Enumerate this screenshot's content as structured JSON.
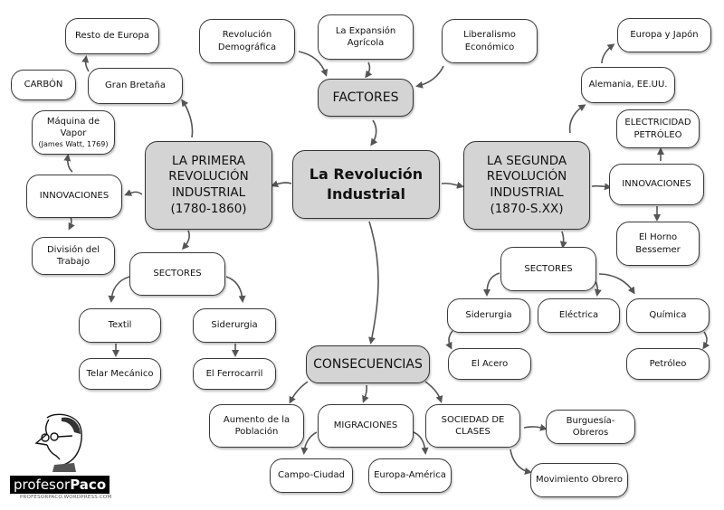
{
  "title": "La Revolución Industrial",
  "colors": {
    "hub_fill": "#d4d4d4",
    "leaf_fill": "#ffffff",
    "border": "#3a3a3a",
    "arrow": "#555555"
  },
  "nodes": {
    "center": "La Revolución Industrial",
    "factores": "FACTORES",
    "revolucion_demografica": "Revolución\nDemográfica",
    "expansion_agricola": "La Expansión\nAgrícola",
    "liberalismo_economico": "Liberalismo\nEconómico",
    "primera": "LA PRIMERA\nREVOLUCIÓN\nINDUSTRIAL\n(1780-1860)",
    "primera_resto_europa": "Resto de Europa",
    "primera_gran_bretana": "Gran Bretaña",
    "primera_carbon": "CARBÓN",
    "primera_maquina_vapor": "Máquina de Vapor",
    "primera_maquina_vapor_note": "(James Watt, 1769)",
    "primera_innovaciones": "INNOVACIONES",
    "primera_division_trabajo": "División del\nTrabajo",
    "primera_sectores": "SECTORES",
    "primera_textil": "Textil",
    "primera_siderurgia": "Siderurgia",
    "primera_telar": "Telar Mecánico",
    "primera_ferrocarril": "El Ferrocarril",
    "segunda": "LA SEGUNDA\nREVOLUCIÓN\nINDUSTRIAL\n(1870-S.XX)",
    "segunda_europa_japon": "Europa y Japón",
    "segunda_alemania": "Alemania, EE.UU.",
    "segunda_electricidad": "ELECTRICIDAD\nPETRÓLEO",
    "segunda_innovaciones": "INNOVACIONES",
    "segunda_horno": "El Horno\nBessemer",
    "segunda_sectores": "SECTORES",
    "segunda_siderurgia": "Siderurgia",
    "segunda_electrica": "Eléctrica",
    "segunda_quimica": "Química",
    "segunda_acero": "El Acero",
    "segunda_petroleo": "Petróleo",
    "consecuencias": "CONSECUENCIAS",
    "aumento_poblacion": "Aumento de la\nPoblación",
    "migraciones": "MIGRACIONES",
    "sociedad_clases": "SOCIEDAD DE\nCLASES",
    "campo_ciudad": "Campo-Ciudad",
    "europa_america": "Europa-América",
    "burguesia_obreros": "Burguesía-Obreros",
    "movimiento_obrero": "Movimiento Obrero"
  },
  "logo": {
    "brand_regular": "profesor",
    "brand_bold": "Paco",
    "url": "PROFESORPACO.WORDPRESS.COM"
  }
}
